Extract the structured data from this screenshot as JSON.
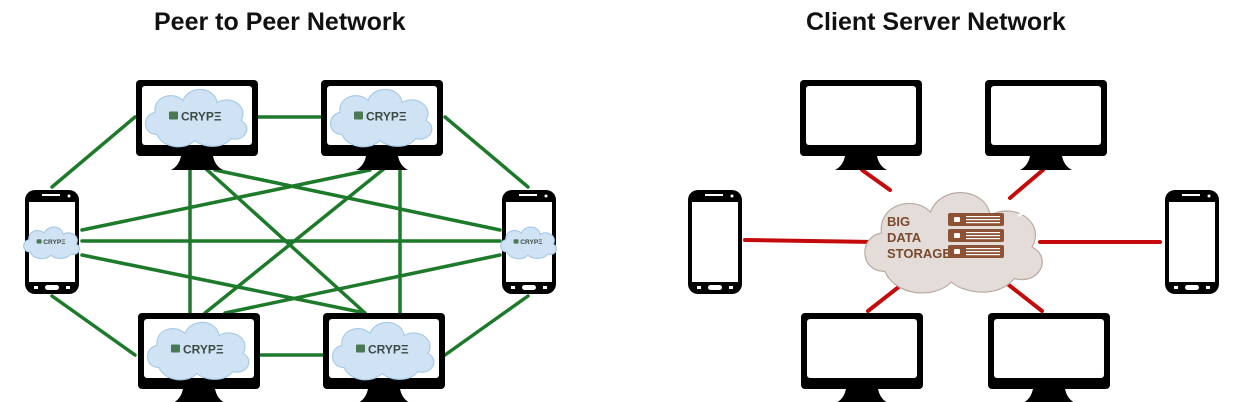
{
  "diagrams": [
    {
      "id": "p2p",
      "title": "Peer to Peer Network",
      "link_color": "#1d7a2a",
      "screen_logo": "CRYPΞ",
      "nodes": [
        {
          "id": "monitor-top-left",
          "type": "monitor"
        },
        {
          "id": "monitor-top-right",
          "type": "monitor"
        },
        {
          "id": "phone-left",
          "type": "phone"
        },
        {
          "id": "phone-right",
          "type": "phone"
        },
        {
          "id": "monitor-bottom-left",
          "type": "monitor"
        },
        {
          "id": "monitor-bottom-right",
          "type": "monitor"
        }
      ],
      "topology": "full-mesh"
    },
    {
      "id": "client-server",
      "title": "Client Server Network",
      "link_color": "#c40a0a",
      "hub": {
        "label_lines": [
          "BIG",
          "DATA",
          "STORAGE"
        ],
        "icon": "server-stack-icon",
        "cloud_color": "#e3dcd8",
        "icon_color": "#8b5234"
      },
      "nodes": [
        {
          "id": "monitor-top-left",
          "type": "monitor"
        },
        {
          "id": "monitor-top-right",
          "type": "monitor"
        },
        {
          "id": "phone-left",
          "type": "phone"
        },
        {
          "id": "phone-right",
          "type": "phone"
        },
        {
          "id": "monitor-bottom-left",
          "type": "monitor"
        },
        {
          "id": "monitor-bottom-right",
          "type": "monitor"
        }
      ],
      "topology": "star"
    }
  ]
}
